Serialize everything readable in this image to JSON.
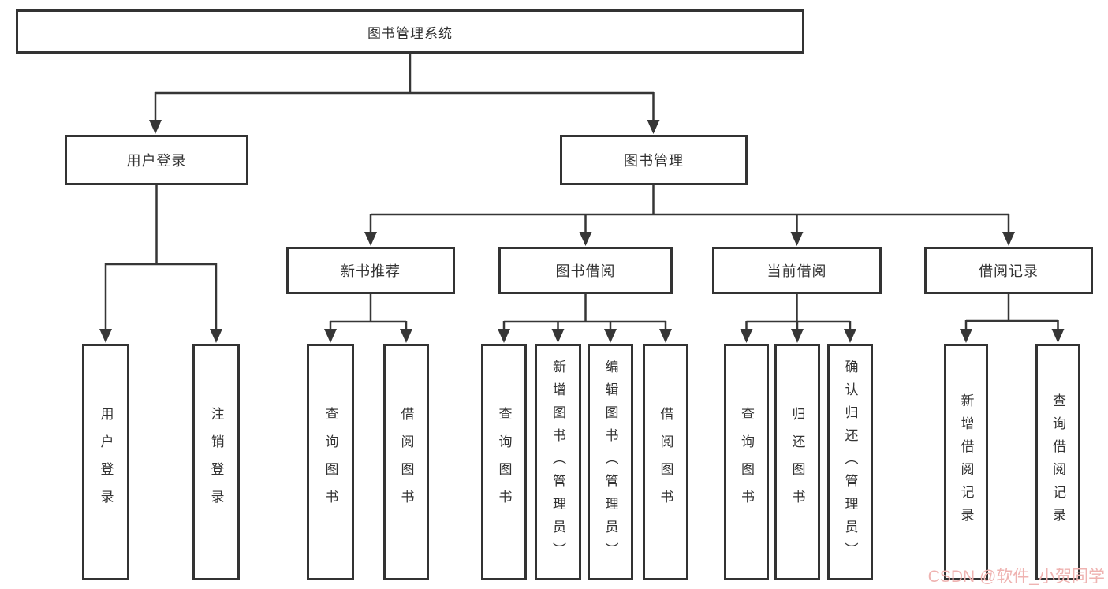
{
  "diagram": {
    "root_label": "图书管理系统",
    "level2": [
      "用户登录",
      "图书管理"
    ],
    "level3": [
      "新书推荐",
      "图书借阅",
      "当前借阅",
      "借阅记录"
    ],
    "leaves": {
      "user_login": [
        "用户登录",
        "注销登录"
      ],
      "new_book_recommend": [
        "查询图书",
        "借阅图书"
      ],
      "book_borrowing": [
        "查询图书",
        "新增图书（管理员）",
        "编辑图书（管理员）",
        "借阅图书"
      ],
      "current_borrowing": [
        "查询图书",
        "归还图书",
        "确认归还（管理员）"
      ],
      "borrowing_records": [
        "新增借阅记录",
        "查询借阅记录"
      ]
    }
  },
  "watermark": "CSDN @软件_小贺同学",
  "colors": {
    "line": "#363636",
    "border": "#333333",
    "text": "#333333",
    "background": "#ffffff",
    "watermark": "#efb3b1"
  }
}
